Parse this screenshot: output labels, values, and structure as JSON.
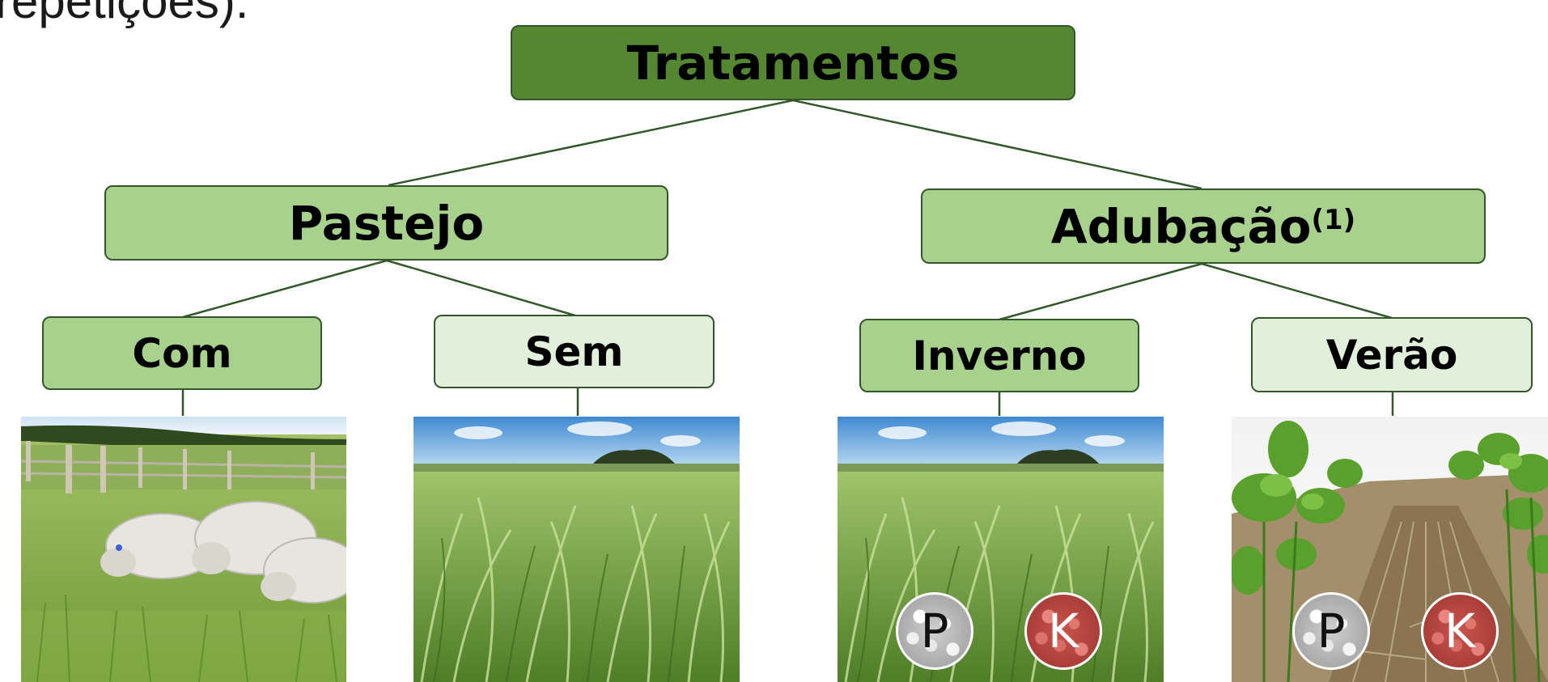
{
  "header_fragment": "repetições).",
  "tree": {
    "root": "Tratamentos",
    "pastejo": {
      "label": "Pastejo",
      "children": [
        "Com",
        "Sem"
      ]
    },
    "adubacao": {
      "label": "Adubação",
      "footnote": "(1)",
      "children": [
        "Inverno",
        "Verão"
      ]
    }
  },
  "badges": {
    "phosphorus": "P",
    "potassium": "K"
  },
  "colors": {
    "root_fill": "#558733",
    "node_fill": "#a8d18d",
    "light_fill": "#e2efda",
    "border": "#33572a",
    "connector": "#33572a",
    "phosphorus_badge": "#9a9a9a",
    "potassium_badge": "#c9534d"
  },
  "icons": {
    "photo_com": "sheep-grazing-photo",
    "photo_sem": "tall-grass-field-photo",
    "photo_inverno": "tall-grass-field-photo",
    "photo_verao": "soybean-rows-photo"
  }
}
